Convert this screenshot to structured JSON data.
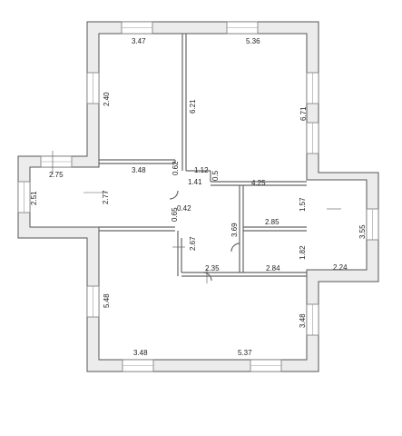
{
  "dimensions": {
    "d347": "3.47",
    "d536": "5.36",
    "d240": "2.40",
    "d621": "6.21",
    "d671": "6.71",
    "d275": "2.75",
    "d251": "2.51",
    "d277": "2.77",
    "d348_upper": "3.48",
    "d062": "0.62",
    "d112": "1.12",
    "d141": "1.41",
    "d05": "0.5",
    "d425": "4.25",
    "d157": "1.57",
    "d065": "0.65",
    "d042": "0.42",
    "d369": "3.69",
    "d285": "2.85",
    "d355": "3.55",
    "d267": "2.67",
    "d182": "1.82",
    "d224": "2.24",
    "d235": "2.35",
    "d284": "2.84",
    "d548": "5.48",
    "d348_right": "3.48",
    "d348_bottom": "3.48",
    "d537": "5.37"
  }
}
